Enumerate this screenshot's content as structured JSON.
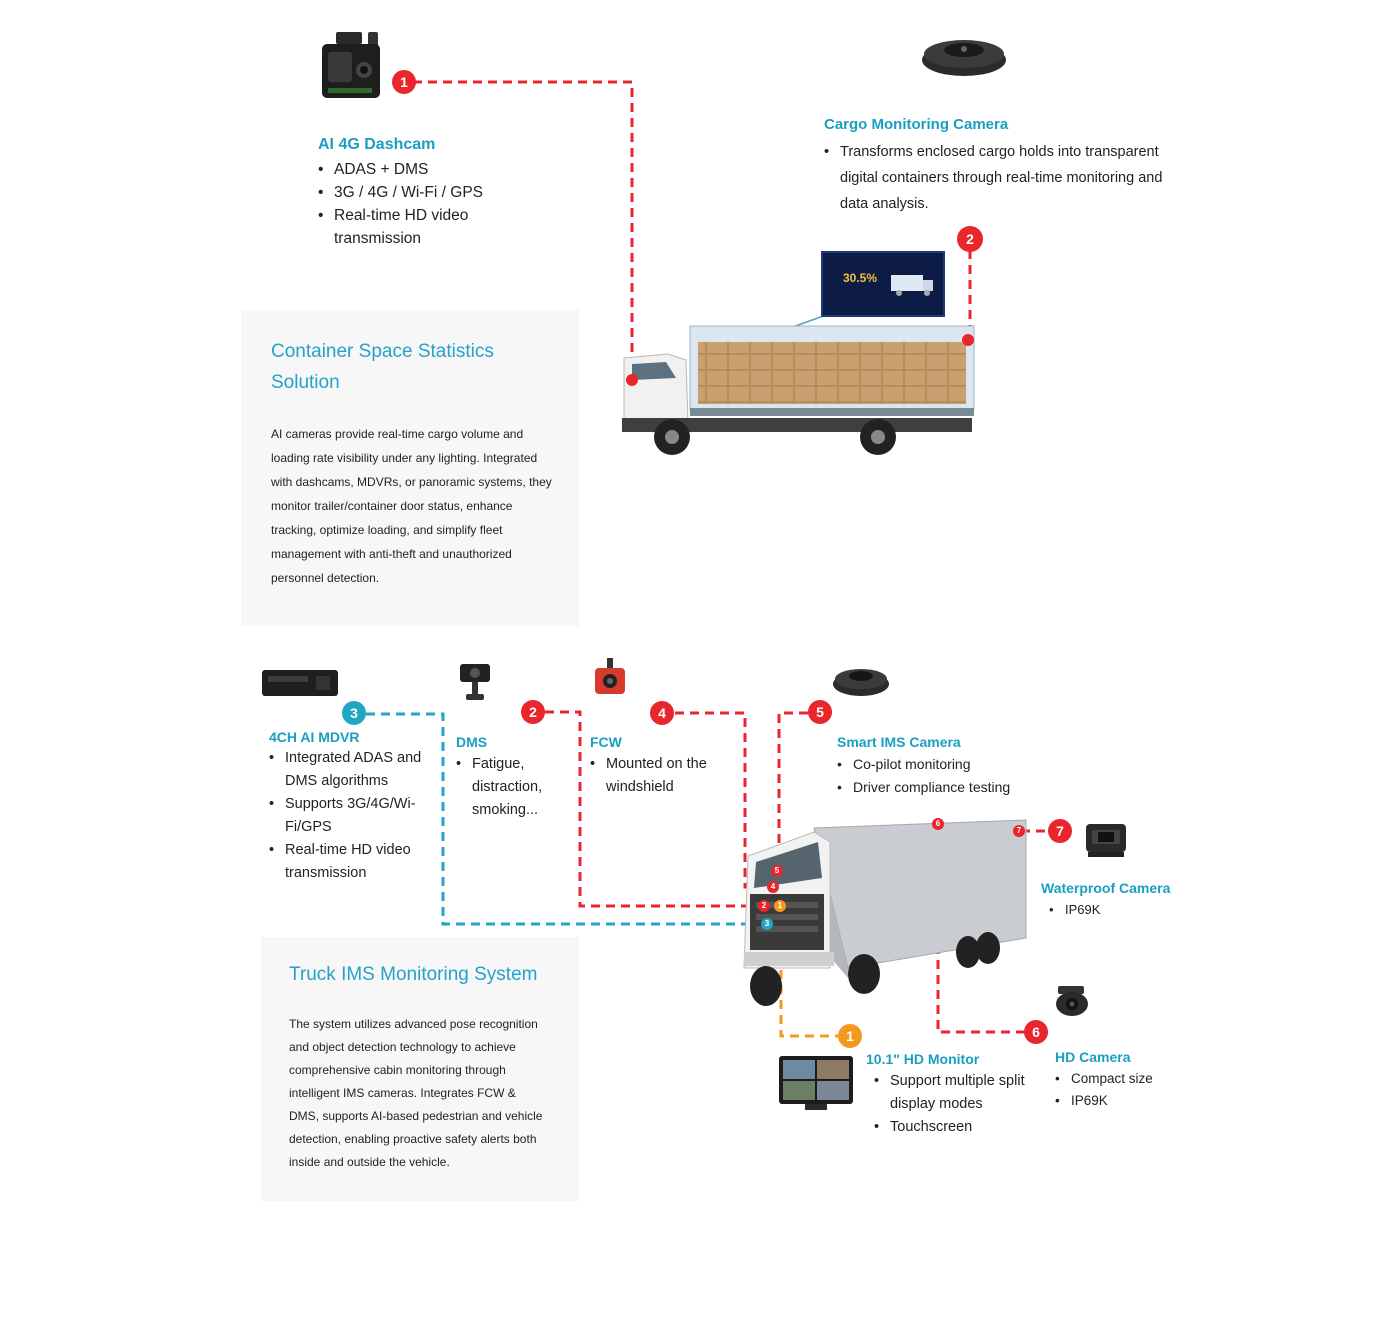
{
  "dashcam": {
    "badge": "1",
    "title": "AI 4G Dashcam",
    "features": [
      "ADAS + DMS",
      "3G / 4G / Wi-Fi / GPS",
      "Real-time HD video transmission"
    ]
  },
  "cargo_camera": {
    "badge": "2",
    "title": "Cargo Monitoring Camera",
    "features": [
      "Transforms enclosed cargo holds into transparent digital containers through real-time monitoring and data analysis."
    ]
  },
  "cargo_screen": {
    "percent": "30.5%"
  },
  "container_panel": {
    "title": "Container Space Statistics Solution",
    "body": "AI cameras provide real-time cargo volume and loading rate visibility under any lighting. Integrated with dashcams, MDVRs, or panoramic systems, they monitor trailer/container door status, enhance tracking, optimize loading, and simplify fleet management with anti-theft and unauthorized personnel detection."
  },
  "mdvr": {
    "badge": "3",
    "title": "4CH AI MDVR",
    "features": [
      "Integrated ADAS and DMS algorithms",
      "Supports 3G/4G/Wi-Fi/GPS",
      "Real-time HD video transmission"
    ]
  },
  "dms": {
    "badge": "2",
    "title": "DMS",
    "features": [
      "Fatigue, distraction, smoking..."
    ]
  },
  "fcw": {
    "badge": "4",
    "title": "FCW",
    "features": [
      "Mounted on the windshield"
    ]
  },
  "ims": {
    "badge": "5",
    "title": "Smart IMS Camera",
    "features": [
      "Co-pilot monitoring",
      "Driver compliance testing"
    ]
  },
  "waterproof": {
    "badge": "7",
    "title": "Waterproof Camera",
    "features": [
      "IP69K"
    ]
  },
  "monitor": {
    "badge": "1",
    "title": "10.1\" HD Monitor",
    "features": [
      "Support multiple split display modes",
      "Touchscreen"
    ]
  },
  "hd_camera": {
    "badge": "6",
    "title": "HD Camera",
    "features": [
      "Compact size",
      "IP69K"
    ]
  },
  "truck_panel": {
    "title": "Truck IMS Monitoring System",
    "body": "The system utilizes advanced pose recognition and object detection technology to achieve comprehensive cabin monitoring through intelligent IMS cameras. Integrates FCW & DMS, supports AI-based pedestrian and vehicle detection, enabling proactive safety alerts both inside and outside the vehicle."
  },
  "truck_markers": [
    "1",
    "2",
    "3",
    "4",
    "5",
    "6",
    "7"
  ],
  "colors": {
    "red": "#e8262b",
    "teal": "#22a7c2",
    "orange": "#f39a1e",
    "title_blue": "#1a9ec2"
  }
}
